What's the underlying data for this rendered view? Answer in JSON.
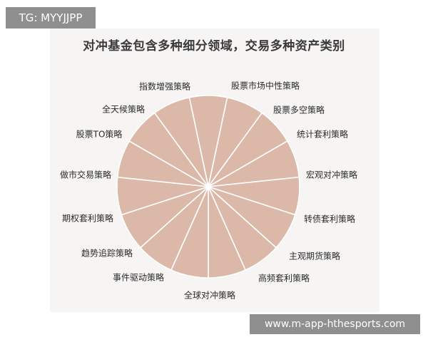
{
  "watermark_top": "TG: MYYJJPP",
  "watermark_bottom": "www.m-app-hthesports.com",
  "title": "对冲基金包含多种细分领域，交易多种资产类别",
  "wheel": {
    "fill": "#dbb8a7",
    "line_color": "#ffffff",
    "label_color": "#2a2a2a",
    "segments": [
      "指数增强策略",
      "股票市场中性策略",
      "股票多空策略",
      "统计套利策略",
      "宏观对冲策略",
      "转债套利策略",
      "主观期货策略",
      "高频套利策略",
      "全球对冲策略",
      "事件驱动策略",
      "趋势追踪策略",
      "期权套利策略",
      "做市交易策略",
      "股票TO策略",
      "全天候策略"
    ]
  }
}
